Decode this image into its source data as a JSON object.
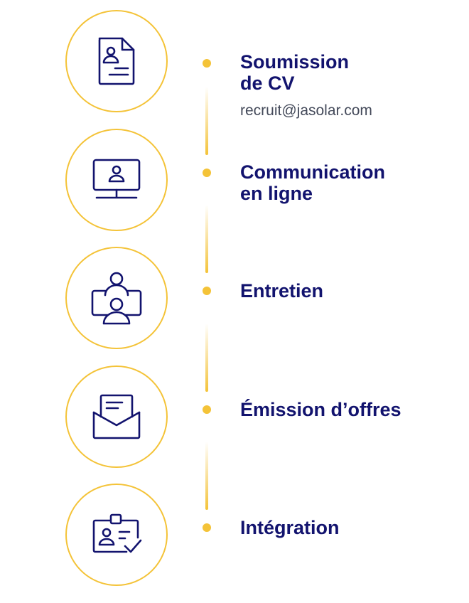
{
  "colors": {
    "accent": "#F4C338",
    "navy": "#12136E",
    "text_gray": "#444A5A"
  },
  "steps": [
    {
      "icon": "cv-document-icon",
      "title": "Soumission\nde CV",
      "subtitle": "recruit@jasolar.com"
    },
    {
      "icon": "monitor-user-icon",
      "title": "Communication\nen ligne",
      "subtitle": ""
    },
    {
      "icon": "interview-people-icon",
      "title": "Entretien",
      "subtitle": ""
    },
    {
      "icon": "envelope-letter-icon",
      "title": "Émission d’offres",
      "subtitle": ""
    },
    {
      "icon": "id-badge-check-icon",
      "title": "Intégration",
      "subtitle": ""
    }
  ]
}
